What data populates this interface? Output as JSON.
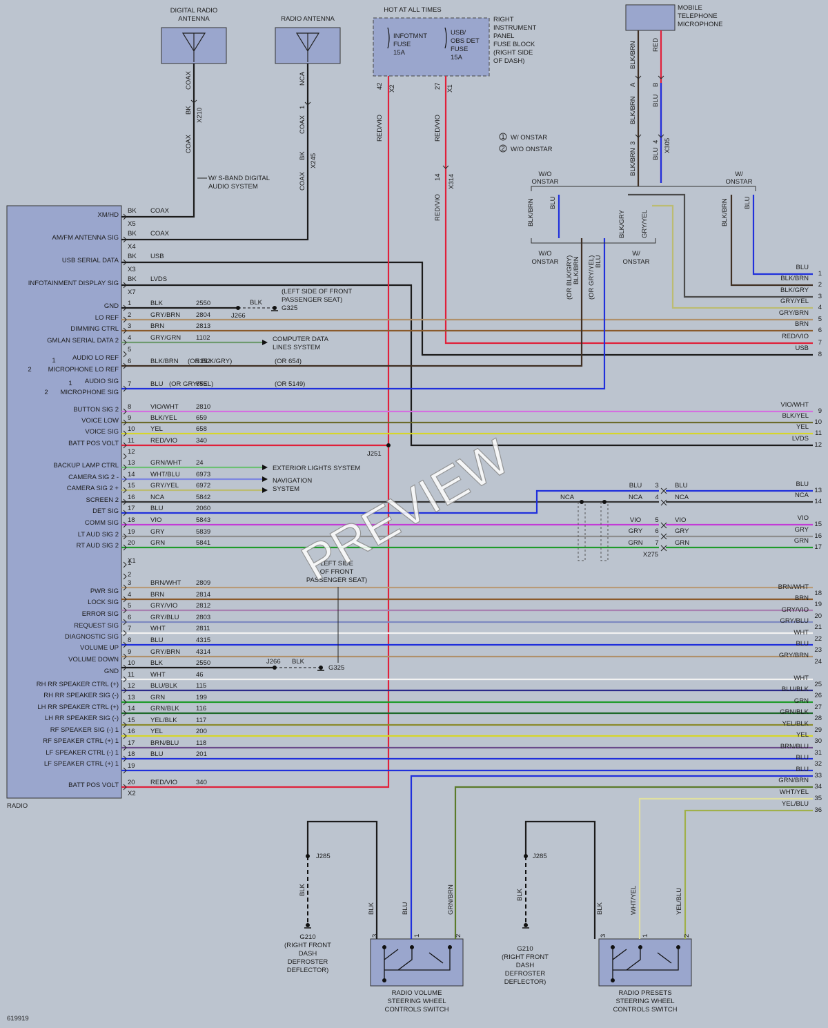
{
  "colors": {
    "BLK": "#1b1b1b",
    "BRN": "#8a5a2b",
    "RED": "#e0203a",
    "RED/VIO": "#e0203a",
    "VIO": "#c23bd6",
    "BLU": "#1f2fdc",
    "GRN": "#1f9b2a",
    "YEL": "#d6d62a",
    "GRY": "#8d8d8d",
    "WHT": "#f2f2f2",
    "NCA": "#333333",
    "GRY/BRN": "#b0906a",
    "GRY/GRN": "#6e9a6e",
    "BLK/BRN": "#3f2f22",
    "BLK/GRY": "#4a4a4a",
    "GRY/YEL": "#bcbc72",
    "VIO/WHT": "#d46ee0",
    "BLK/YEL": "#6b6b2b",
    "GRN/WHT": "#6cc073",
    "WHT/BLU": "#7d86e0",
    "BRN/WHT": "#b89a77",
    "GRY/VIO": "#a880b0",
    "GRY/BLU": "#7d89c0",
    "BLU/BLK": "#2a2a8a",
    "GRN/BLK": "#1f6a2a",
    "YEL/BLK": "#8a8a2a",
    "BRN/BLU": "#6a4a8a",
    "GRN/BRN": "#5a7a2a",
    "WHT/YEL": "#e0e0a0",
    "YEL/BLU": "#a0b04a",
    "LVDS": "#1b1b1b",
    "USB": "#1b1b1b"
  },
  "top": {
    "digital_radio_antenna": [
      "DIGITAL RADIO",
      "ANTENNA"
    ],
    "radio_antenna": "RADIO ANTENNA",
    "hot_at_all_times": "HOT AT ALL TIMES",
    "fuse_infotmnt": [
      "INFOTMNT",
      "FUSE",
      "15A"
    ],
    "fuse_usb": [
      "USB/",
      "OBS DET",
      "FUSE",
      "15A"
    ],
    "fuse_block": [
      "RIGHT",
      "INSTRUMENT",
      "PANEL",
      "FUSE BLOCK",
      "(RIGHT SIDE",
      "OF DASH)"
    ],
    "mobile_mic": [
      "MOBILE",
      "TELEPHONE",
      "MICROPHONE"
    ],
    "legend": [
      "W/ ONSTAR",
      "W/O ONSTAR"
    ],
    "legend_nums": [
      "1",
      "2"
    ],
    "sband_note": [
      "W/ S-BAND DIGITAL",
      "AUDIO SYSTEM"
    ],
    "vlabels": {
      "coax": "COAX",
      "bk": "BK",
      "x210": "X210",
      "nca": "NCA",
      "one": "1",
      "x245": "X245",
      "p42": "42",
      "x2": "X2",
      "red_vio": "RED/VIO",
      "p27": "27",
      "x1": "X1",
      "p14": "14",
      "x314": "X314",
      "blk_brn": "BLK/BRN",
      "red": "RED",
      "a": "A",
      "b": "B",
      "blu": "BLU",
      "p3": "3",
      "p4": "4",
      "x305": "X305",
      "blk_gry": "BLK/GRY",
      "gry_yel": "GRY/YEL",
      "or_blk_gry": "(OR BLK/GRY)",
      "or_gry_yel": "(OR GRY/YEL)"
    },
    "onstar_labels": [
      "W/O",
      "ONSTAR",
      "W/",
      "ONSTAR"
    ]
  },
  "radio": {
    "name": "RADIO",
    "upper_pins": [
      {
        "label": "XM/HD",
        "color_txt": "BK",
        "code": "",
        "desc": "COAX",
        "conn": "X5"
      },
      {
        "label": "AM/FM ANTENNA SIG",
        "color_txt": "BK",
        "code": "",
        "desc": "COAX",
        "conn": "X4"
      },
      {
        "label": "USB SERIAL DATA",
        "color_txt": "BK",
        "code": "",
        "desc": "USB",
        "conn": "X3"
      },
      {
        "label": "INFOTAINMENT DISPLAY SIG",
        "color_txt": "BK",
        "code": "",
        "desc": "LVDS",
        "conn": "X7"
      }
    ],
    "x1_pins": [
      {
        "pin": "1",
        "label": "GND",
        "color": "BLK",
        "code": "2550",
        "right": ""
      },
      {
        "pin": "2",
        "label": "LO REF",
        "color": "GRY/BRN",
        "code": "2804",
        "right": "GRY/BRN"
      },
      {
        "pin": "3",
        "label": "DIMMING CTRL",
        "color": "BRN",
        "code": "2813",
        "right": "BRN"
      },
      {
        "pin": "4",
        "label": "GMLAN SERIAL DATA 2",
        "color": "GRY/GRN",
        "code": "1102",
        "right": ""
      },
      {
        "pin": "5",
        "label": "",
        "color": "",
        "code": "",
        "right": ""
      },
      {
        "pin": "6",
        "label": "AUDIO LO REF",
        "color": "BLK/BRN",
        "code": "5152",
        "right": ""
      },
      {
        "pin": "7",
        "label": "AUDIO SIG",
        "color": "BLU",
        "code": "655",
        "right": ""
      },
      {
        "pin": "8",
        "label": "BUTTON SIG 2",
        "color": "VIO/WHT",
        "code": "2810",
        "right": "VIO/WHT"
      },
      {
        "pin": "9",
        "label": "VOICE LOW",
        "color": "BLK/YEL",
        "code": "659",
        "right": "BLK/YEL"
      },
      {
        "pin": "10",
        "label": "VOICE SIG",
        "color": "YEL",
        "code": "658",
        "right": "YEL"
      },
      {
        "pin": "11",
        "label": "BATT POS VOLT",
        "color": "RED/VIO",
        "code": "340",
        "right": ""
      },
      {
        "pin": "12",
        "label": "",
        "color": "",
        "code": "",
        "right": ""
      },
      {
        "pin": "13",
        "label": "BACKUP LAMP CTRL",
        "color": "GRN/WHT",
        "code": "24",
        "right": ""
      },
      {
        "pin": "14",
        "label": "CAMERA SIG 2 -",
        "color": "WHT/BLU",
        "code": "6973",
        "right": ""
      },
      {
        "pin": "15",
        "label": "CAMERA SIG 2 +",
        "color": "GRY/YEL",
        "code": "6972",
        "right": ""
      },
      {
        "pin": "16",
        "label": "SCREEN 2",
        "color": "NCA",
        "code": "5842",
        "right": ""
      },
      {
        "pin": "17",
        "label": "DET SIG",
        "color": "BLU",
        "code": "2060",
        "right": ""
      },
      {
        "pin": "18",
        "label": "COMM SIG",
        "color": "VIO",
        "code": "5843",
        "right": ""
      },
      {
        "pin": "19",
        "label": "LT AUD SIG 2",
        "color": "GRY",
        "code": "5839",
        "right": ""
      },
      {
        "pin": "20",
        "label": "RT AUD SIG 2",
        "color": "GRN",
        "code": "5841",
        "right": ""
      }
    ],
    "alt_labels": {
      "mic_lo_ref": "MICROPHONE LO REF",
      "mic_sig": "MICROPHONE SIG",
      "or_blk_gry": "(OR BLK/GRY)",
      "or_654": "(OR 654)",
      "or_gry_yel": "(OR GRY/YEL)",
      "or_5149": "(OR 5149)",
      "one": "1",
      "two": "2"
    },
    "x2_pins": [
      {
        "pin": "1",
        "label": "",
        "color": "",
        "code": ""
      },
      {
        "pin": "2",
        "label": "",
        "color": "",
        "code": ""
      },
      {
        "pin": "3",
        "label": "PWR SIG",
        "color": "BRN/WHT",
        "code": "2809"
      },
      {
        "pin": "4",
        "label": "LOCK SIG",
        "color": "BRN",
        "code": "2814"
      },
      {
        "pin": "5",
        "label": "ERROR SIG",
        "color": "GRY/VIO",
        "code": "2812"
      },
      {
        "pin": "6",
        "label": "REQUEST SIG",
        "color": "GRY/BLU",
        "code": "2803"
      },
      {
        "pin": "7",
        "label": "DIAGNOSTIC SIG",
        "color": "WHT",
        "code": "2811"
      },
      {
        "pin": "8",
        "label": "VOLUME UP",
        "color": "BLU",
        "code": "4315"
      },
      {
        "pin": "9",
        "label": "VOLUME DOWN",
        "color": "GRY/BRN",
        "code": "4314"
      },
      {
        "pin": "10",
        "label": "GND",
        "color": "BLK",
        "code": "2550"
      },
      {
        "pin": "11",
        "label": "RH RR SPEAKER CTRL (+)",
        "color": "WHT",
        "code": "46"
      },
      {
        "pin": "12",
        "label": "RH RR SPEAKER SIG (-)",
        "color": "BLU/BLK",
        "code": "115"
      },
      {
        "pin": "13",
        "label": "LH RR SPEAKER CTRL (+)",
        "color": "GRN",
        "code": "199"
      },
      {
        "pin": "14",
        "label": "LH RR SPEAKER SIG (-)",
        "color": "GRN/BLK",
        "code": "116"
      },
      {
        "pin": "15",
        "label": "RF SPEAKER SIG (-) 1",
        "color": "YEL/BLK",
        "code": "117"
      },
      {
        "pin": "16",
        "label": "RF SPEAKER CTRL (+) 1",
        "color": "YEL",
        "code": "200"
      },
      {
        "pin": "17",
        "label": "LF SPEAKER CTRL (-) 1",
        "color": "BRN/BLU",
        "code": "118"
      },
      {
        "pin": "18",
        "label": "LF SPEAKER CTRL (+) 1",
        "color": "BLU",
        "code": "201"
      },
      {
        "pin": "19",
        "label": "",
        "color": "",
        "code": ""
      },
      {
        "pin": "20",
        "label": "BATT POS VOLT",
        "color": "RED/VIO",
        "code": "340"
      }
    ],
    "x1_conn": "X1",
    "x2_conn": "X2"
  },
  "right_column": [
    {
      "n": "1",
      "color": "BLU"
    },
    {
      "n": "2",
      "color": "BLK/BRN"
    },
    {
      "n": "3",
      "color": "BLK/GRY"
    },
    {
      "n": "4",
      "color": "GRY/YEL"
    },
    {
      "n": "5",
      "color": "GRY/BRN"
    },
    {
      "n": "6",
      "color": "BRN"
    },
    {
      "n": "7",
      "color": "RED/VIO"
    },
    {
      "n": "8",
      "color": "USB"
    },
    {
      "n": "9",
      "color": "VIO/WHT"
    },
    {
      "n": "10",
      "color": "BLK/YEL"
    },
    {
      "n": "11",
      "color": "YEL"
    },
    {
      "n": "12",
      "color": "LVDS"
    },
    {
      "n": "13",
      "color": "BLU"
    },
    {
      "n": "14",
      "color": "NCA"
    },
    {
      "n": "15",
      "color": "VIO"
    },
    {
      "n": "16",
      "color": "GRY"
    },
    {
      "n": "17",
      "color": "GRN"
    },
    {
      "n": "18",
      "color": "BRN/WHT"
    },
    {
      "n": "19",
      "color": "BRN"
    },
    {
      "n": "20",
      "color": "GRY/VIO"
    },
    {
      "n": "21",
      "color": "GRY/BLU"
    },
    {
      "n": "22",
      "color": "WHT"
    },
    {
      "n": "23",
      "color": "BLU"
    },
    {
      "n": "24",
      "color": "GRY/BRN"
    },
    {
      "n": "25",
      "color": "WHT"
    },
    {
      "n": "26",
      "color": "BLU/BLK"
    },
    {
      "n": "27",
      "color": "GRN"
    },
    {
      "n": "28",
      "color": "GRN/BLK"
    },
    {
      "n": "29",
      "color": "YEL/BLK"
    },
    {
      "n": "30",
      "color": "YEL"
    },
    {
      "n": "31",
      "color": "BRN/BLU"
    },
    {
      "n": "32",
      "color": "BLU"
    },
    {
      "n": "33",
      "color": "BLU"
    },
    {
      "n": "34",
      "color": "GRN/BRN"
    },
    {
      "n": "35",
      "color": "WHT/YEL"
    },
    {
      "n": "36",
      "color": "YEL/BLU"
    }
  ],
  "notes": {
    "g325_top": [
      "(LEFT SIDE OF FRONT",
      "PASSENGER SEAT)"
    ],
    "g325": "G325",
    "blk": "BLK",
    "j266": "J266",
    "computer_data": [
      "COMPUTER DATA",
      "LINES SYSTEM"
    ],
    "exterior_lights": "EXTERIOR LIGHTS SYSTEM",
    "navigation": [
      "NAVIGATION",
      "SYSTEM"
    ],
    "j251": "J251",
    "x275": "X275",
    "x275_left": [
      "NCA",
      "NCA",
      "VIO",
      "GRY",
      "GRN",
      "BLU"
    ],
    "x275_pins": [
      "3",
      "4",
      "5",
      "6",
      "7"
    ],
    "x275_right": [
      "BLU",
      "NCA",
      "VIO",
      "GRY",
      "GRN"
    ],
    "left_side_seat": [
      "LEFT SIDE",
      "OF FRONT",
      "PASSENGER SEAT)"
    ],
    "watermark": "PREVIEW",
    "figure_id": "619919"
  },
  "bottom": {
    "j285": "J285",
    "g210": [
      "G210",
      "(RIGHT FRONT",
      "DASH",
      "DEFROSTER",
      "DEFLECTOR)"
    ],
    "vol_switch": [
      "RADIO VOLUME",
      "STEERING WHEEL",
      "CONTROLS SWITCH"
    ],
    "preset_switch": [
      "RADIO PRESETS",
      "STEERING WHEEL",
      "CONTROLS SWITCH"
    ],
    "vol_wires": [
      "BLK",
      "BLU",
      "GRN/BRN"
    ],
    "preset_wires": [
      "BLK",
      "WHT/YEL",
      "YEL/BLU"
    ],
    "pins": [
      "3",
      "1",
      "2"
    ]
  }
}
